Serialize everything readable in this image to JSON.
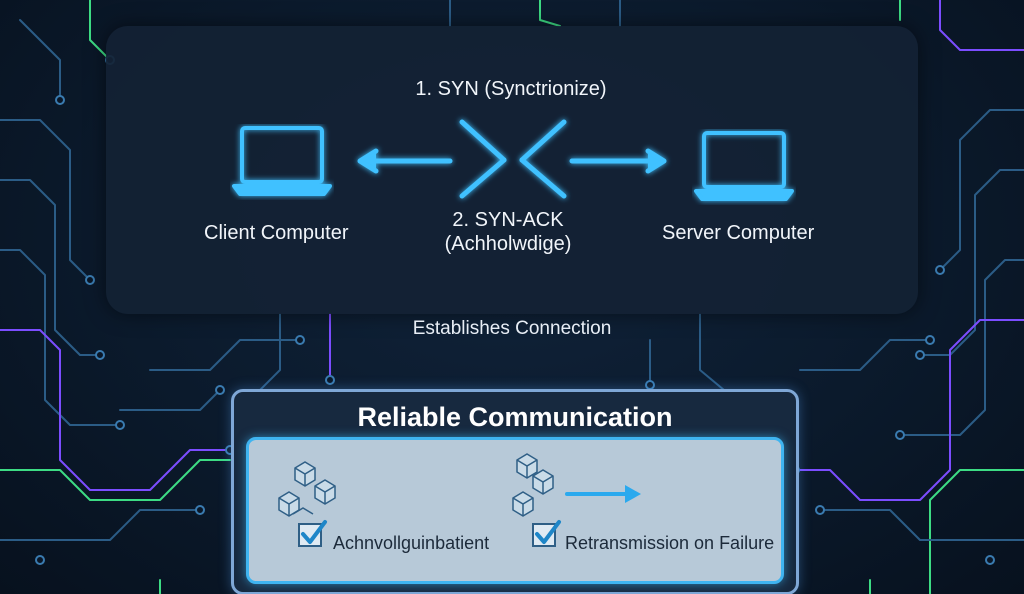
{
  "colors": {
    "background": "#0a1626",
    "panel": "#142234",
    "glow_blue": "#3fc1ff",
    "circuit_purple": "#7b4dff",
    "circuit_green": "#3ddc84",
    "circuit_blue": "#2b5c86"
  },
  "handshake": {
    "step1_label": "1. SYN (Synctrionize)",
    "step2_label_line1": "2. SYN-ACK",
    "step2_label_line2": "(Achholwdige)",
    "client_label": "Client Computer",
    "server_label": "Server Computer",
    "client_icon": "laptop-icon",
    "server_icon": "laptop-icon"
  },
  "connection": {
    "label": "Establishes Connection"
  },
  "reliable": {
    "title": "Reliable Communication",
    "features": [
      {
        "label": "Achnvollguinbatient",
        "icon": "packages-icon",
        "checked": true
      },
      {
        "label": "Retransmission on Failure",
        "icon": "packages-arrow-icon",
        "checked": true
      }
    ]
  }
}
